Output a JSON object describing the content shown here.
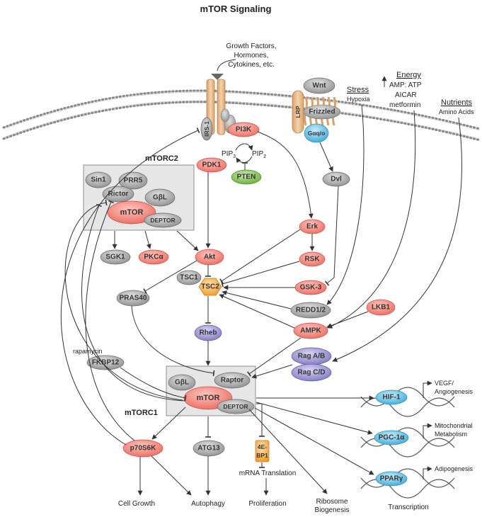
{
  "title": "mTOR Signaling",
  "inputs": {
    "growth_factors": [
      "Growth Factors,",
      "Hormones,",
      "Cytokines, etc."
    ],
    "stress_title": "Stress",
    "stress_sub": "Hypoxia",
    "energy_title": "Energy",
    "energy_lines": [
      "AMP: ATP",
      "AICAR",
      "metformin"
    ],
    "nutrients_title": "Nutrients",
    "nutrients_sub": "Amino Acids"
  },
  "complexes": {
    "mtorc2": "mTORC2",
    "mtorc1": "mTORC1"
  },
  "labels": {
    "pip3": "PIP",
    "pip3_sub": "3",
    "pip2": "PIP",
    "pip2_sub": "2",
    "rapamycin": "rapamycin",
    "vegf": [
      "VEGF/",
      "Angiogenesis"
    ],
    "mito": [
      "Mitochondrial",
      "Metabolism"
    ],
    "adipo": "Adipogenesis",
    "transcription": "Transcription",
    "cell_growth": "Cell Growth",
    "autophagy": "Autophagy",
    "mrna": "mRNA Translation",
    "proliferation": "Proliferation",
    "ribosome": [
      "Ribosome",
      "Biogenesis"
    ]
  },
  "nodes": {
    "irs1": "IRS-1",
    "pi3k": "PI3K",
    "pdk1": "PDK1",
    "pten": "PTEN",
    "wnt": "Wnt",
    "frizzled": "Frizzled",
    "lrp": "LRP",
    "gaq": "Gαq/o",
    "dvl": "Dvl",
    "sin1": "Sin1",
    "prr5": "PRR5",
    "rictor": "Rictor",
    "gbl2": "GβL",
    "mtor2": "mTOR",
    "deptor2": "DEPTOR",
    "sgk1": "SGK1",
    "pkca": "PKCα",
    "akt": "Akt",
    "erk": "Erk",
    "rsk": "RSK",
    "tsc1": "TSC1",
    "tsc2": "TSC2",
    "pras40": "PRAS40",
    "gsk3": "GSK-3",
    "redd": "REDD1/2",
    "lkb1": "LKB1",
    "ampk": "AMPK",
    "rheb": "Rheb",
    "ragab": "Rag A/B",
    "ragcd": "Rag C/D",
    "fkbp12": "FKBP12",
    "gbl1": "GβL",
    "raptor": "Raptor",
    "mtor1": "mTOR",
    "deptor1": "DEPTOR",
    "p70s6k": "p70S6K",
    "atg13": "ATG13",
    "ebp1": [
      "4E-",
      "BP1"
    ],
    "hif1": "HIF-1",
    "pgc1a": "PGC-1α",
    "pparg": "PPARγ"
  },
  "colors": {
    "red_node": "#f07a70",
    "gray_node": "#a9a9a9",
    "purple_node": "#8f88cc",
    "blue_node": "#4fb6de",
    "green_node": "#76b842",
    "orange_node": "#f3a33a",
    "tan_receptor": "#e8b98a",
    "complex_box": "#e6e6e6"
  }
}
